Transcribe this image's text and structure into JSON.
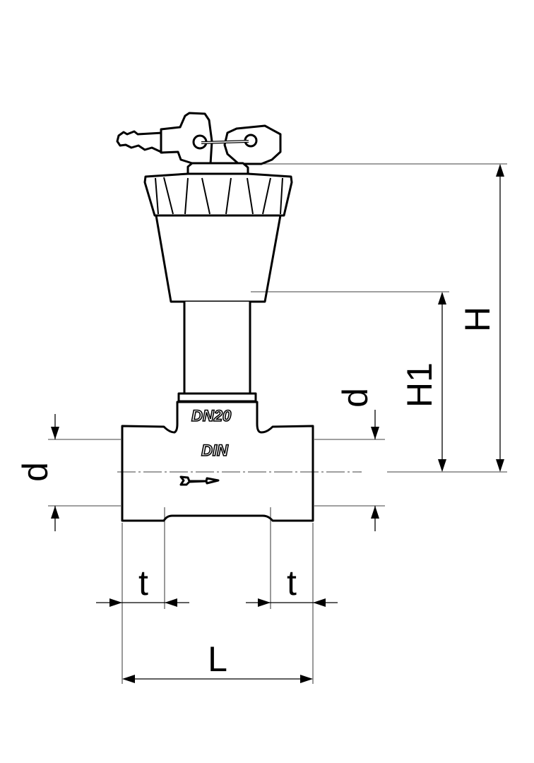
{
  "drawing": {
    "title": "Valve with lockable cap - dimension drawing",
    "markings": {
      "size": "DN20",
      "standard": "DIN"
    },
    "dimensions": {
      "height": "H",
      "height_to_cap": "H1",
      "pipe_diameter_left": "d",
      "pipe_diameter_right": "d",
      "socket_depth_left": "t",
      "socket_depth_right": "t",
      "length": "L"
    },
    "color_line": "#000000",
    "color_background": "#ffffff"
  }
}
